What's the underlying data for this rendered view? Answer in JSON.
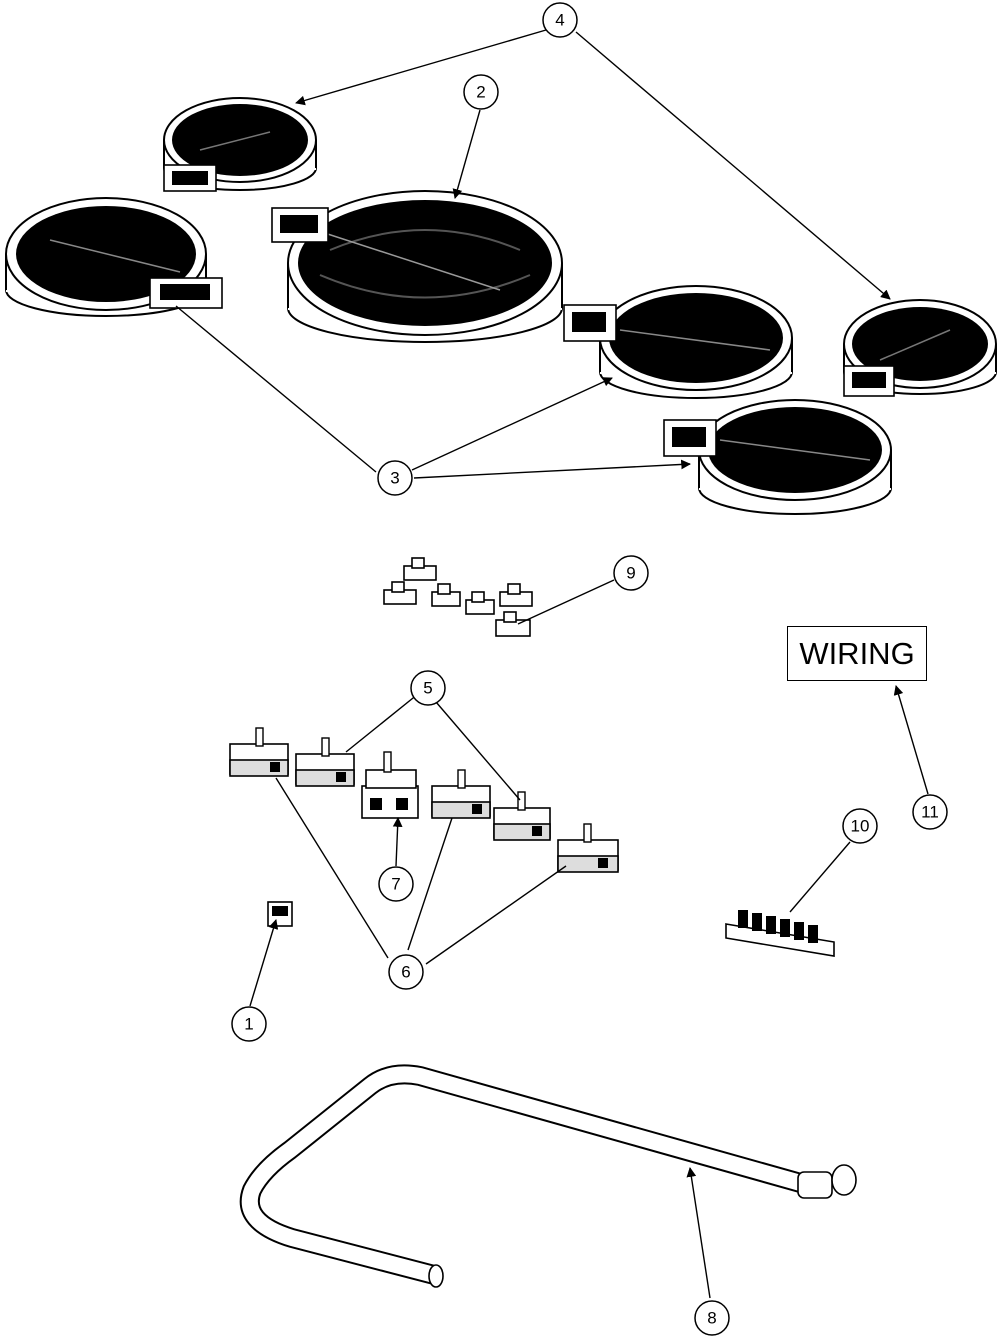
{
  "callouts": {
    "c1": "1",
    "c2": "2",
    "c3": "3",
    "c4": "4",
    "c5": "5",
    "c6": "6",
    "c7": "7",
    "c8": "8",
    "c9": "9",
    "c10": "10",
    "c11": "11"
  },
  "wiring_label": "WIRING"
}
